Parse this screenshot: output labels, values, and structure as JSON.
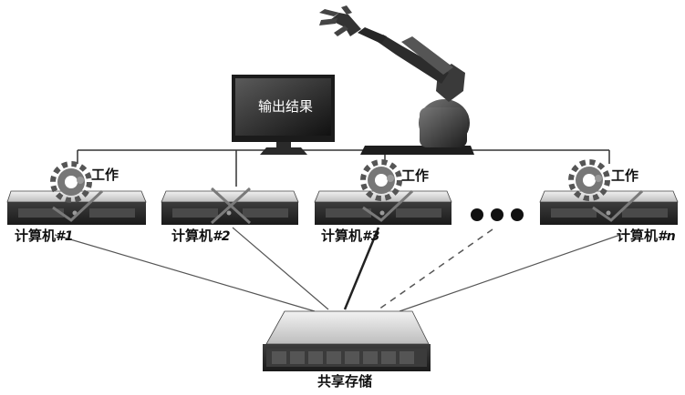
{
  "monitor": {
    "label": "输出结果"
  },
  "work_label": "工作",
  "computers": [
    {
      "name": "计算机",
      "index": "#1",
      "working": true,
      "link_style": "thin"
    },
    {
      "name": "计算机",
      "index": "#2",
      "working": false,
      "link_style": "thin"
    },
    {
      "name": "计算机",
      "index": "#3",
      "working": true,
      "link_style": "bold"
    },
    {
      "name": "计算机",
      "index": "#n",
      "working": true,
      "link_style": "thin"
    }
  ],
  "ellipsis_link_style": "dashed",
  "storage": {
    "label": "共享存储"
  },
  "colors": {
    "line": "#333333",
    "server_body": "#2b2b2b",
    "server_face": "#4a4a4a",
    "gear": "#555555",
    "tick": "#777777"
  }
}
